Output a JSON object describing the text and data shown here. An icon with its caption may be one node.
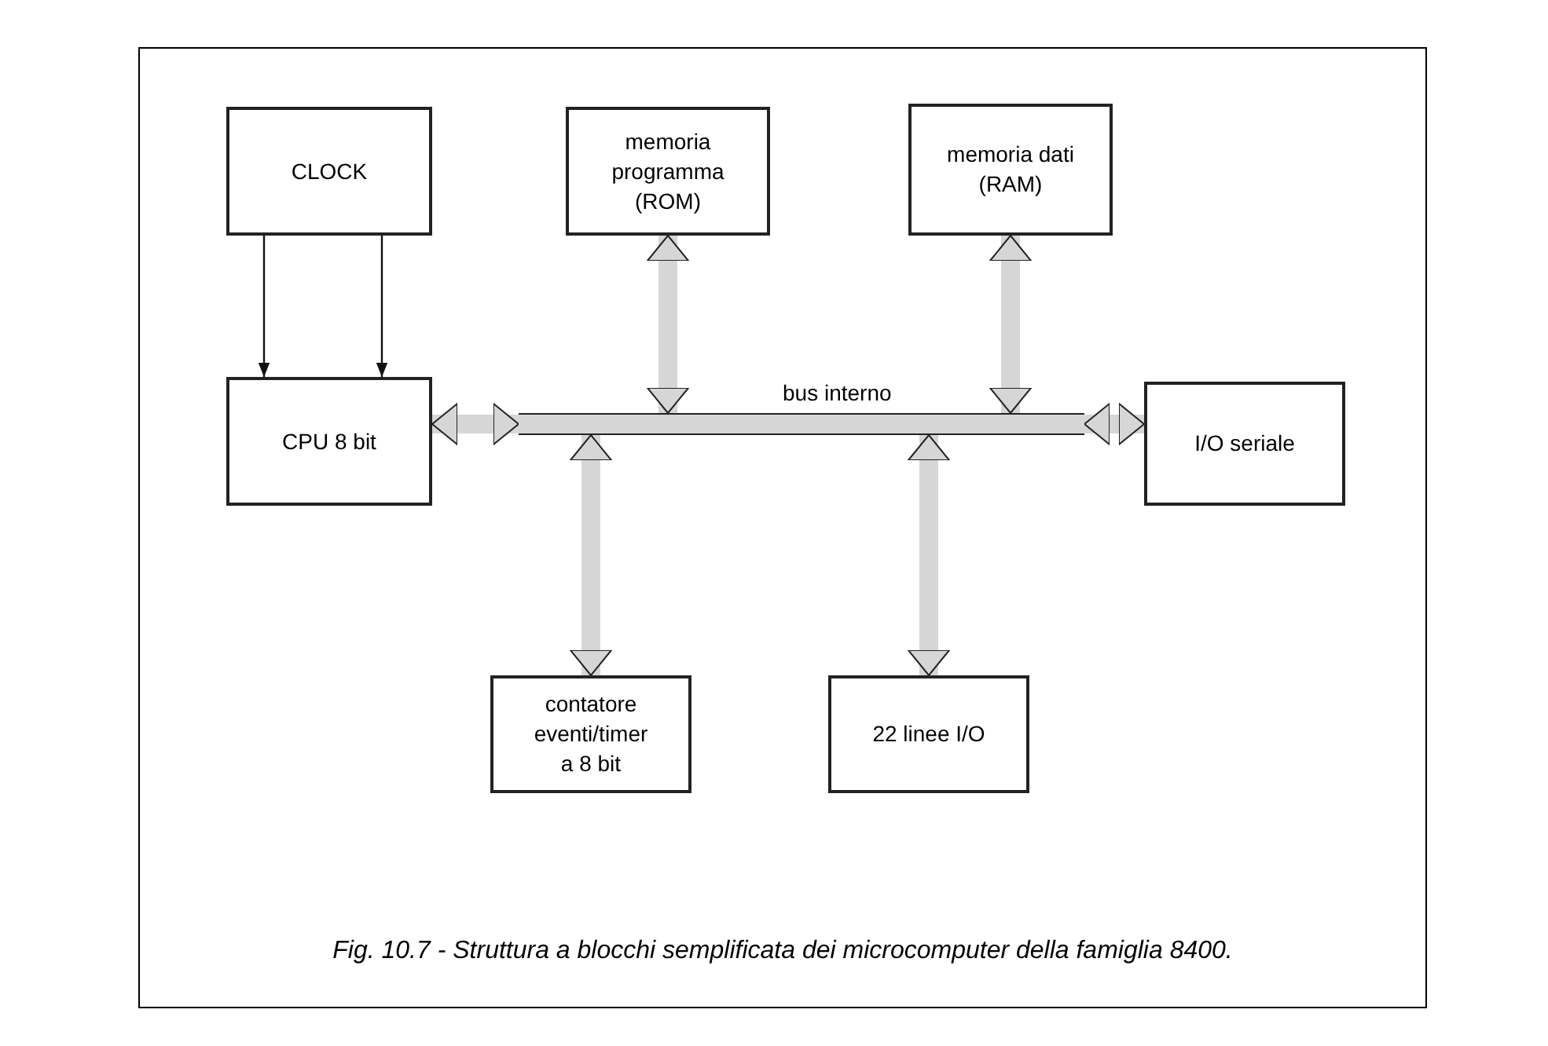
{
  "diagram": {
    "caption": "Fig. 10.7 - Struttura a blocchi semplificata dei microcomputer della famiglia 8400.",
    "nodes": [
      {
        "text": [
          "CLOCK"
        ]
      },
      {
        "text": [
          "memoria programma (ROM)"
        ]
      },
      {
        "text": [
          "memoria dati (RAM)"
        ]
      },
      {
        "text": [
          "CPU 8 bit"
        ]
      },
      {
        "text": [
          "bus interno"
        ]
      },
      {
        "text": [
          "I/O seriale"
        ]
      },
      {
        "text": [
          "contatore eventi/timer a 8 bit"
        ]
      },
      {
        "text": [
          "22 linee I/O"
        ]
      }
    ],
    "edges": [
      {
        "from": 0,
        "to": 3,
        "arrow": "to",
        "color": "#111111"
      },
      {
        "from": 0,
        "to": 3,
        "arrow": "to",
        "color": "#111111"
      },
      {
        "from": 4,
        "to": 3,
        "arrow": "both"
      },
      {
        "from": 4,
        "to": 1,
        "arrow": "both"
      },
      {
        "from": 4,
        "to": 2,
        "arrow": "both"
      },
      {
        "from": 4,
        "to": 5,
        "arrow": "both"
      },
      {
        "from": 4,
        "to": 6,
        "arrow": "both"
      },
      {
        "from": 4,
        "to": 7,
        "arrow": "both"
      }
    ]
  }
}
